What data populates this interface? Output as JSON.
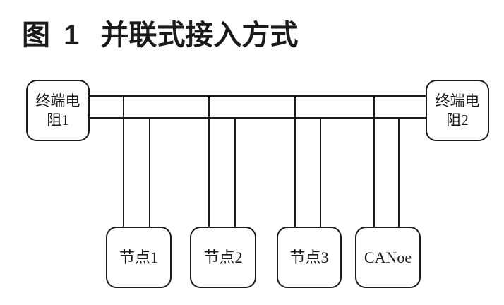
{
  "figure": {
    "number": "图 1",
    "title": "并联式接入方式"
  },
  "terminals": [
    {
      "label": "终端电阻1",
      "line1": "终端电",
      "line2": "阻1"
    },
    {
      "label": "终端电阻2",
      "line1": "终端电",
      "line2": "阻2"
    }
  ],
  "nodes": [
    {
      "label": "节点1"
    },
    {
      "label": "节点2"
    },
    {
      "label": "节点3"
    },
    {
      "label": "CANoe"
    }
  ],
  "colors": {
    "line": "#1a1a1a",
    "background": "#ffffff",
    "text": "#1a1a1a"
  }
}
